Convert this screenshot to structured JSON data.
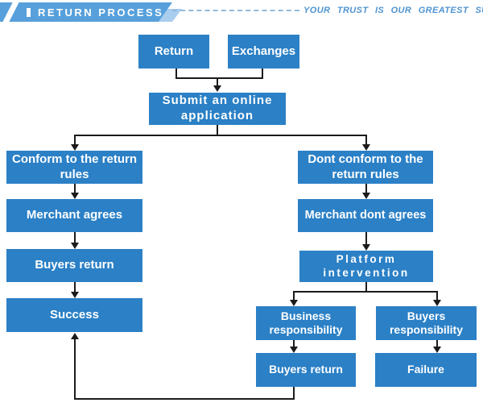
{
  "header": {
    "badge_title": "RETURN PROCESS",
    "slogan": "YOUR TRUST IS OUR GREATEST SUPPORT"
  },
  "flowchart": {
    "nodes": {
      "return": "Return",
      "exchanges": "Exchanges",
      "submit_application": "Submit an online application",
      "conform_rules": "Conform to the return rules",
      "merchant_agrees": "Merchant agrees",
      "buyers_return_left": "Buyers return",
      "success": "Success",
      "dont_conform_rules": "Dont conform to the return rules",
      "merchant_dont_agrees": "Merchant dont agrees",
      "platform_intervention": "Platform intervention",
      "business_responsibility": "Business responsibility",
      "buyers_responsibility": "Buyers responsibility",
      "buyers_return_right": "Buyers return",
      "failure": "Failure"
    }
  },
  "colors": {
    "node_fill": "#2b80c6",
    "banner_fill": "#57a0db",
    "banner_accent": "#a9cdee",
    "slogan_text": "#4f94d2",
    "connector": "#1b1b1b"
  }
}
